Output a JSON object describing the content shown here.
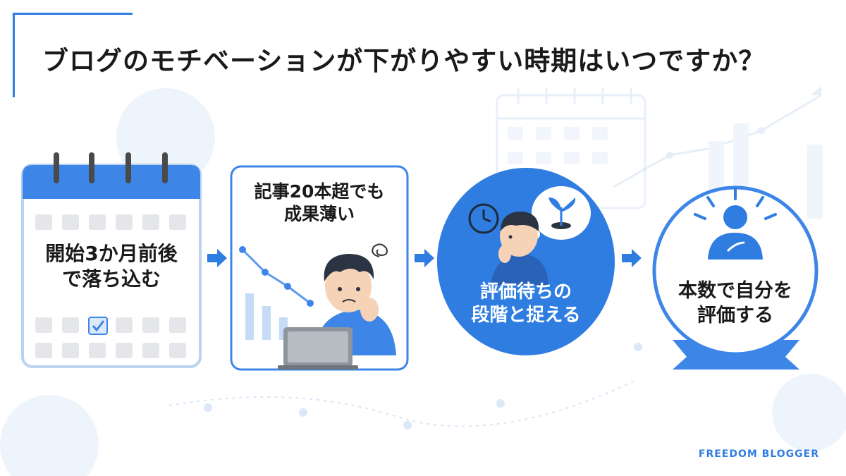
{
  "title": "ブログのモチベーションが下がりやすい時期はいつですか？",
  "steps": [
    {
      "text": "開始3か月前後\nで落ち込む"
    },
    {
      "text": "記事20本超でも\n成果薄い"
    },
    {
      "text": "評価待ちの\n段階と捉える"
    },
    {
      "text": "本数で自分を\n評価する"
    }
  ],
  "brand": "FREEDOM BLOGGER",
  "colors": {
    "accent": "#2f7de1",
    "light": "#e8f1fc",
    "dark": "#1a1a1a"
  },
  "icons": [
    "calendar-icon",
    "check-icon",
    "arrow-right-icon",
    "laptop-icon",
    "clock-icon",
    "sprout-icon",
    "person-icon"
  ]
}
